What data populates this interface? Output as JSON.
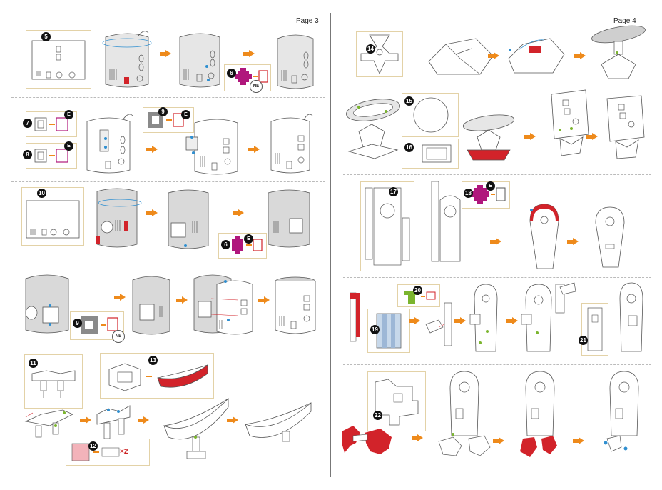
{
  "left_page": {
    "page_label": "Page 3"
  },
  "right_page": {
    "page_label": "Page 4"
  },
  "steps": {
    "s5": "5",
    "s6a": "6",
    "s6b": "6",
    "s7": "7",
    "s8": "8",
    "s9a": "9",
    "s9b": "9",
    "s10": "10",
    "s11": "11",
    "s12": "12",
    "s13": "13",
    "s14": "14",
    "s15": "15",
    "s16": "16",
    "s17": "17",
    "s18": "18",
    "s19": "19",
    "s20": "20",
    "s21": "21",
    "s22": "22"
  },
  "markers": {
    "e": "E",
    "ne": "NE",
    "times_two": "×2"
  },
  "colors": {
    "accent_arrow": "#ee8a1b",
    "part_red": "#d2232a",
    "part_magenta": "#b0177c",
    "hint_blue": "#2f8fd0",
    "hint_green": "#7bb52e",
    "frame": "#e3d2a7"
  }
}
